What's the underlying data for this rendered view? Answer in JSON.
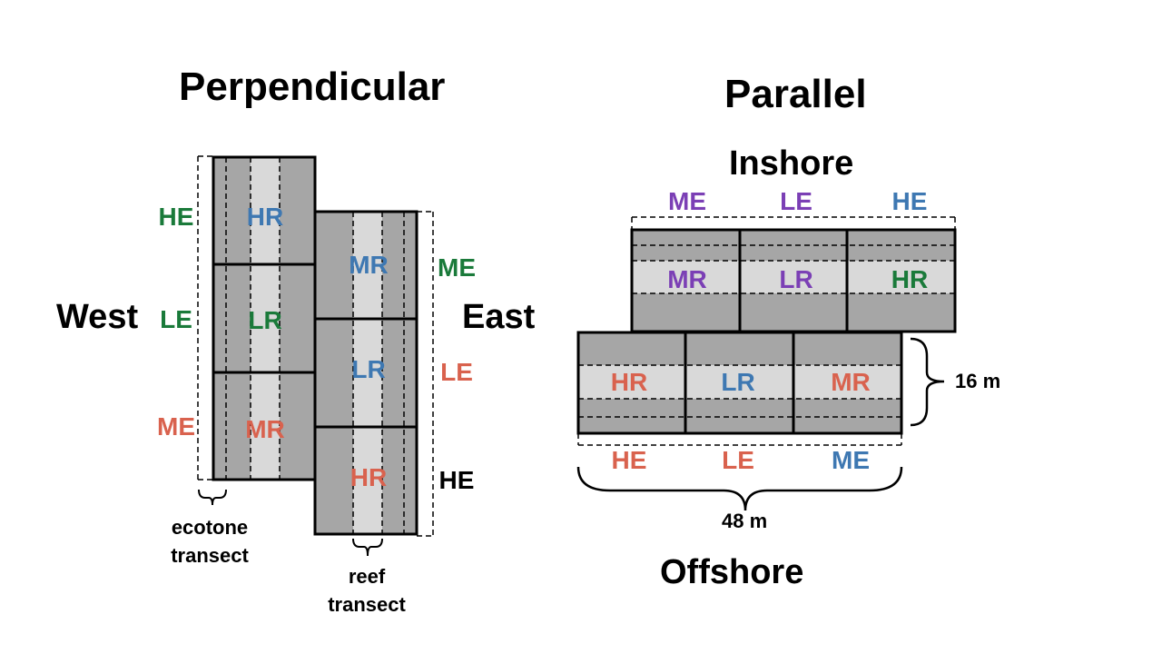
{
  "perpendicular": {
    "title": "Perpendicular",
    "west": "West",
    "east": "East",
    "ecotone_label": "ecotone\ntransect",
    "reef_label": "reef\ntransect",
    "left_edge": [
      {
        "text": "HE",
        "color": "#1a7a3a"
      },
      {
        "text": "LE",
        "color": "#1a7a3a"
      },
      {
        "text": "ME",
        "color": "#d9624e"
      }
    ],
    "left_reef": [
      {
        "text": "HR",
        "color": "#3e78b2"
      },
      {
        "text": "LR",
        "color": "#1a7a3a"
      },
      {
        "text": "MR",
        "color": "#d9624e"
      }
    ],
    "right_reef": [
      {
        "text": "MR",
        "color": "#3e78b2"
      },
      {
        "text": "LR",
        "color": "#3e78b2"
      },
      {
        "text": "HR",
        "color": "#d9624e"
      }
    ],
    "right_edge": [
      {
        "text": "ME",
        "color": "#1a7a3a"
      },
      {
        "text": "LE",
        "color": "#d9624e"
      },
      {
        "text": "HE",
        "color": "#000000"
      }
    ]
  },
  "parallel": {
    "title": "Parallel",
    "inshore": "Inshore",
    "offshore": "Offshore",
    "height_label": "16 m",
    "width_label": "48 m",
    "top_edge": [
      {
        "text": "ME",
        "color": "#7b3fb5"
      },
      {
        "text": "LE",
        "color": "#7b3fb5"
      },
      {
        "text": "HE",
        "color": "#3e78b2"
      }
    ],
    "top_reef": [
      {
        "text": "MR",
        "color": "#7b3fb5"
      },
      {
        "text": "LR",
        "color": "#7b3fb5"
      },
      {
        "text": "HR",
        "color": "#1a7a3a"
      }
    ],
    "bottom_reef": [
      {
        "text": "HR",
        "color": "#d9624e"
      },
      {
        "text": "LR",
        "color": "#3e78b2"
      },
      {
        "text": "MR",
        "color": "#d9624e"
      }
    ],
    "bottom_edge": [
      {
        "text": "HE",
        "color": "#d9624e"
      },
      {
        "text": "LE",
        "color": "#d9624e"
      },
      {
        "text": "ME",
        "color": "#3e78b2"
      }
    ]
  },
  "colors": {
    "plot_fill": "#a6a6a6",
    "reef_fill": "#d9d9d9",
    "outline": "#000000"
  }
}
